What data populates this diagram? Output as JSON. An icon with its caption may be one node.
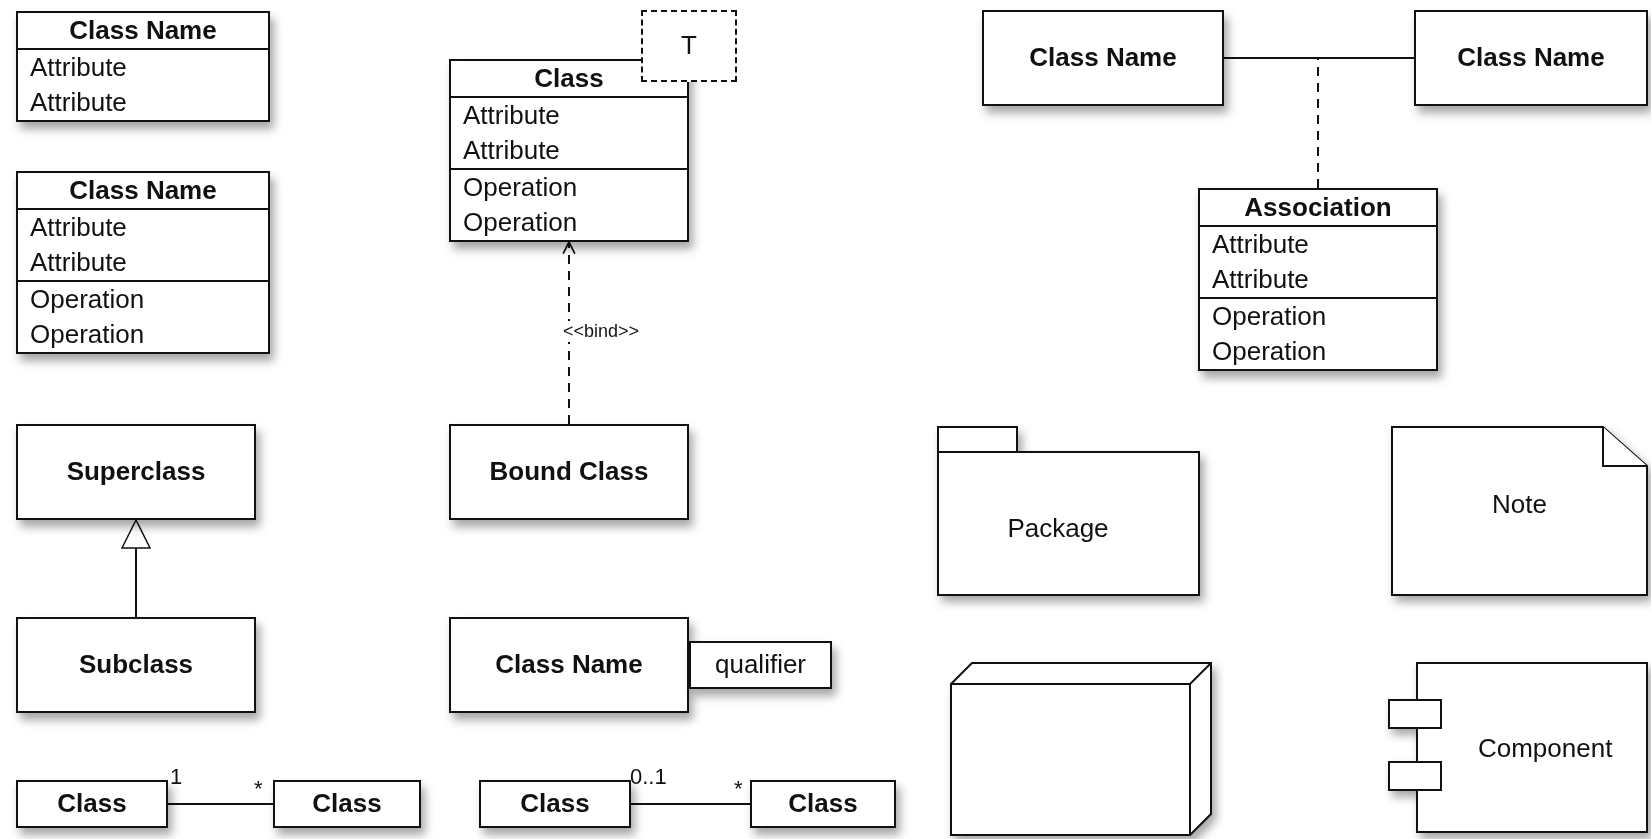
{
  "diagram": {
    "nodes": [
      {
        "text": [
          "Class Name",
          "Attribute",
          "Attribute"
        ]
      },
      {
        "text": [
          "Class Name",
          "Attribute",
          "Attribute",
          "Operation",
          "Operation"
        ]
      },
      {
        "text": [
          "Class",
          "Attribute",
          "Attribute",
          "Operation",
          "Operation"
        ]
      },
      {
        "text": [
          "T"
        ]
      },
      {
        "text": [
          "Bound Class"
        ]
      },
      {
        "text": [
          "Superclass"
        ]
      },
      {
        "text": [
          "Subclass"
        ]
      },
      {
        "text": [
          "Class Name"
        ]
      },
      {
        "text": [
          "qualifier"
        ]
      },
      {
        "text": [
          "Class"
        ]
      },
      {
        "text": [
          "Class"
        ]
      },
      {
        "text": [
          "Class"
        ]
      },
      {
        "text": [
          "Class"
        ]
      },
      {
        "text": [
          "Class Name"
        ]
      },
      {
        "text": [
          "Class Name"
        ]
      },
      {
        "text": [
          "Association",
          "Attribute",
          "Attribute",
          "Operation",
          "Operation"
        ]
      },
      {
        "text": [
          "Package"
        ]
      },
      {
        "text": [
          "Note"
        ]
      },
      {
        "text": [],
        "shape": "box"
      },
      {
        "text": [
          "Component"
        ]
      }
    ],
    "edges": [
      {
        "from": 4,
        "to": 2,
        "arrow": "to",
        "label": "<<bind>>",
        "style": "dashed"
      },
      {
        "from": 6,
        "to": 5,
        "arrow": "to"
      },
      {
        "from": 9,
        "to": 10,
        "arrow": "none"
      },
      {
        "from": 11,
        "to": 12,
        "arrow": "none"
      },
      {
        "from": 13,
        "to": 14,
        "arrow": "none"
      },
      {
        "from": 15,
        "to": null,
        "arrow": "none",
        "style": "dashed"
      }
    ],
    "labels": [
      "1",
      "*",
      "0..1",
      "*"
    ]
  }
}
